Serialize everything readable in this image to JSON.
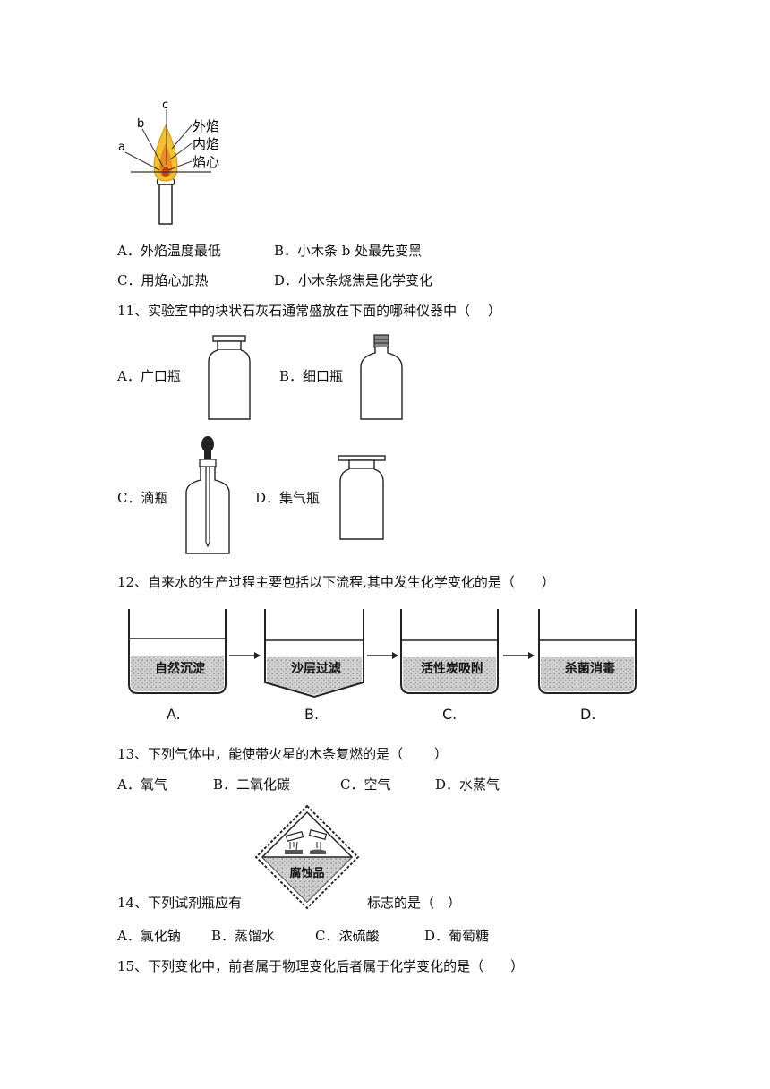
{
  "q10": {
    "figure": {
      "labels": {
        "a": "a",
        "b": "b",
        "c": "c"
      },
      "zones": {
        "outer": "外焰",
        "inner": "内焰",
        "core": "焰心"
      }
    },
    "options": {
      "A": "A．外焰温度最低",
      "B": "B．小木条 b 处最先变黑",
      "C": "C．用焰心加热",
      "D": "D．小木条烧焦是化学变化"
    }
  },
  "q11": {
    "stem": "11、实验室中的块状石灰石通常盛放在下面的哪种仪器中（　 ）",
    "options": {
      "A": "A．广口瓶",
      "B": "B．细口瓶",
      "C": "C．滴瓶",
      "D": "D．集气瓶"
    }
  },
  "q12": {
    "stem": "12、自来水的生产过程主要包括以下流程,其中发生化学变化的是（　　）",
    "tanks": [
      {
        "text": "自然沉淀",
        "label": "A."
      },
      {
        "text": "沙层过滤",
        "label": "B."
      },
      {
        "text": "活性炭吸附",
        "label": "C."
      },
      {
        "text": "杀菌消毒",
        "label": "D."
      }
    ]
  },
  "q13": {
    "stem": "13、下列气体中，能使带火星的木条复燃的是（　　 ）",
    "options": {
      "A": "A．氧气",
      "B": "B．二氧化碳",
      "C": "C．空气",
      "D": "D．水蒸气"
    }
  },
  "q14": {
    "stem_before": "14、下列试剂瓶应有",
    "stem_after": "标志的是（　）",
    "sign_text": "腐蚀品",
    "options": {
      "A": "A．氯化钠",
      "B": "B．蒸馏水",
      "C": "C．浓硫酸",
      "D": "D．葡萄糖"
    }
  },
  "q15": {
    "stem": "15、下列变化中，前者属于物理变化后者属于化学变化的是（　　）"
  }
}
